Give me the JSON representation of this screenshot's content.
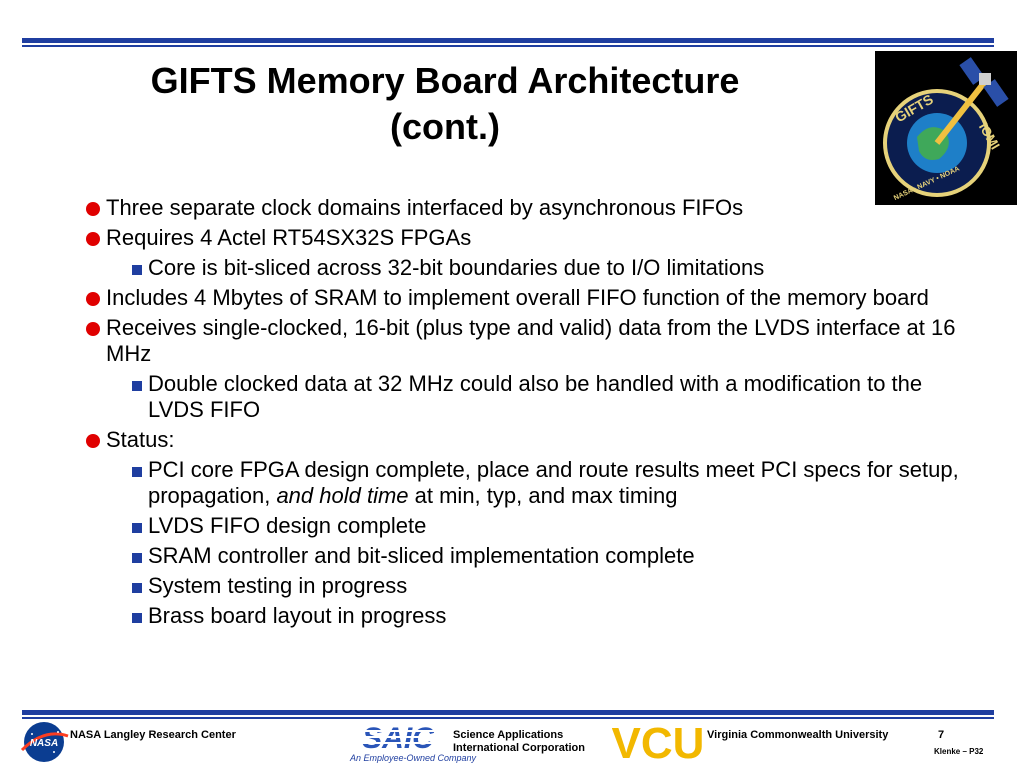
{
  "title": {
    "line1": "GIFTS Memory Board Architecture",
    "line2": "(cont.)"
  },
  "logo": {
    "text_top": "GIFTS",
    "text_right": "IOMI",
    "text_bottom": "NASA • NAVY • NOAA"
  },
  "bullets": {
    "b1": "Three separate clock domains interfaced by asynchronous FIFOs",
    "b2": "Requires 4 Actel RT54SX32S FPGAs",
    "b2_1": "Core is bit-sliced across 32-bit boundaries due to I/O limitations",
    "b3": "Includes 4 Mbytes of SRAM to implement overall FIFO function of the memory board",
    "b4": "Receives single-clocked, 16-bit (plus type and valid) data from the LVDS interface at 16 MHz",
    "b4_1": "Double clocked data at 32 MHz could also be handled with a modification to the LVDS FIFO",
    "b5": "Status:",
    "b5_1_pre": "PCI core FPGA design complete, place and route results meet PCI specs for setup, propagation, ",
    "b5_1_em": "and hold time",
    "b5_1_post": " at min, typ, and max timing",
    "b5_2": "LVDS FIFO design complete",
    "b5_3": "SRAM controller and bit-sliced implementation complete",
    "b5_4": "System testing in progress",
    "b5_5": "Brass board layout in progress"
  },
  "footer": {
    "nasa_logo": "NASA",
    "nasa_center": "NASA Langley Research Center",
    "saic_logo": "SAIC",
    "saic_tagline": "An Employee-Owned Company",
    "saic_line1": "Science Applications",
    "saic_line2": "International Corporation",
    "vcu_logo": "VCU",
    "vcu_name": "Virginia Commonwealth University",
    "page_number": "7",
    "doc_id": "Klenke – P32"
  },
  "colors": {
    "rule": "#1f3ea0",
    "bullet_dot": "#e00000",
    "bullet_square": "#1f3ea0",
    "vcu_gold": "#f2b800"
  }
}
